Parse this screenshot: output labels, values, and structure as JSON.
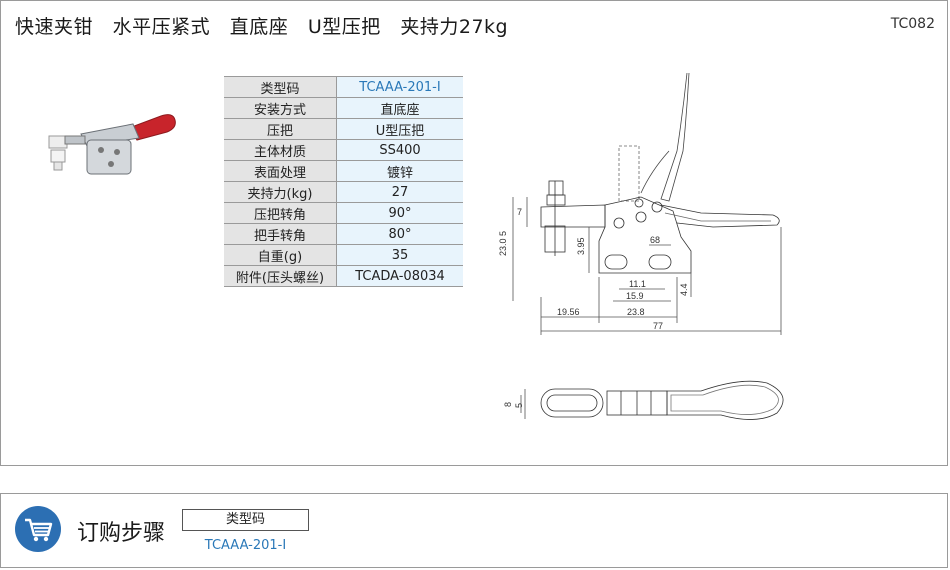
{
  "header": {
    "title": "快速夹钳   水平压紧式   直底座   U型压把   夹持力27kg",
    "code": "TC082"
  },
  "spec_table": [
    {
      "key": "类型码",
      "value": "TCAAA-201-I"
    },
    {
      "key": "安装方式",
      "value": "直底座"
    },
    {
      "key": "压把",
      "value": "U型压把"
    },
    {
      "key": "主体材质",
      "value": "SS400"
    },
    {
      "key": "表面处理",
      "value": "镀锌"
    },
    {
      "key": "夹持力(kg)",
      "value": "27"
    },
    {
      "key": "压把转角",
      "value": "90°"
    },
    {
      "key": "把手转角",
      "value": "80°"
    },
    {
      "key": "自重(g)",
      "value": "35"
    },
    {
      "key": "附件(压头螺丝)",
      "value": "TCADA-08034"
    }
  ],
  "dimensions": {
    "d7": "7",
    "d23_05": "23.0 5",
    "d3_95": "3.95",
    "d68": "68",
    "d11_1": "11.1",
    "d15_9": "15.9",
    "d4_4": "4.4",
    "d19_56": "19.56",
    "d23_8": "23.8",
    "d77": "77",
    "d8": "8",
    "d5": "5"
  },
  "order": {
    "title": "订购步骤",
    "header_label": "类型码",
    "value": "TCAAA-201-I"
  },
  "colors": {
    "handle_red": "#c8242b",
    "link_blue": "#2a78b8",
    "cart_blue": "#2c6fb3"
  }
}
